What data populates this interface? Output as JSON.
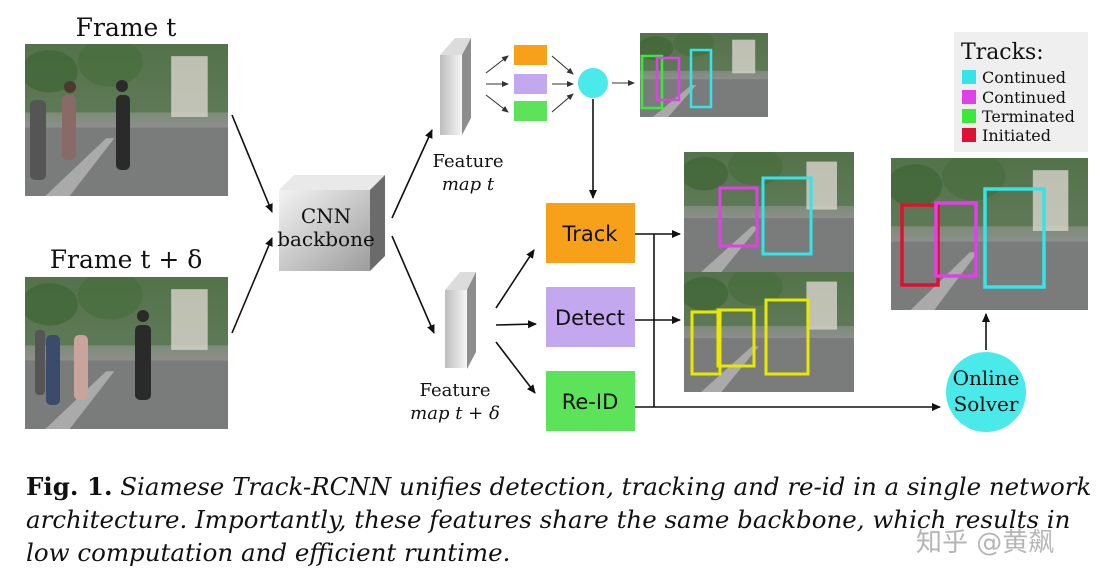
{
  "frames": {
    "top_label": "Frame t",
    "bottom_label": "Frame t + δ"
  },
  "backbone": {
    "line1": "CNN",
    "line2": "backbone"
  },
  "feature_map_t": {
    "line1": "Feature",
    "line2": "map t"
  },
  "feature_map_td": {
    "line1": "Feature",
    "line2": "map t + δ"
  },
  "heads": {
    "track": {
      "label": "Track",
      "color": "#F7A11A"
    },
    "detect": {
      "label": "Detect",
      "color": "#C3A7EF"
    },
    "reid": {
      "label": "Re-ID",
      "color": "#5DE35A"
    }
  },
  "solver": {
    "line1": "Online",
    "line2": "Solver",
    "color": "#4AEAEA"
  },
  "legend": {
    "title": "Tracks:",
    "items": [
      {
        "label": "Continued",
        "color": "#34E4E8"
      },
      {
        "label": "Continued",
        "color": "#E040E8"
      },
      {
        "label": "Terminated",
        "color": "#3CE83C"
      },
      {
        "label": "Initiated",
        "color": "#E01030"
      }
    ]
  },
  "caption": {
    "prefix": "Fig. 1.",
    "text": "Siamese Track-RCNN unifies detection, tracking and re-id in a single network architecture. Importantly, these features share the same backbone, which results in low computation and efficient runtime."
  },
  "watermark": "知乎 @黄飙"
}
